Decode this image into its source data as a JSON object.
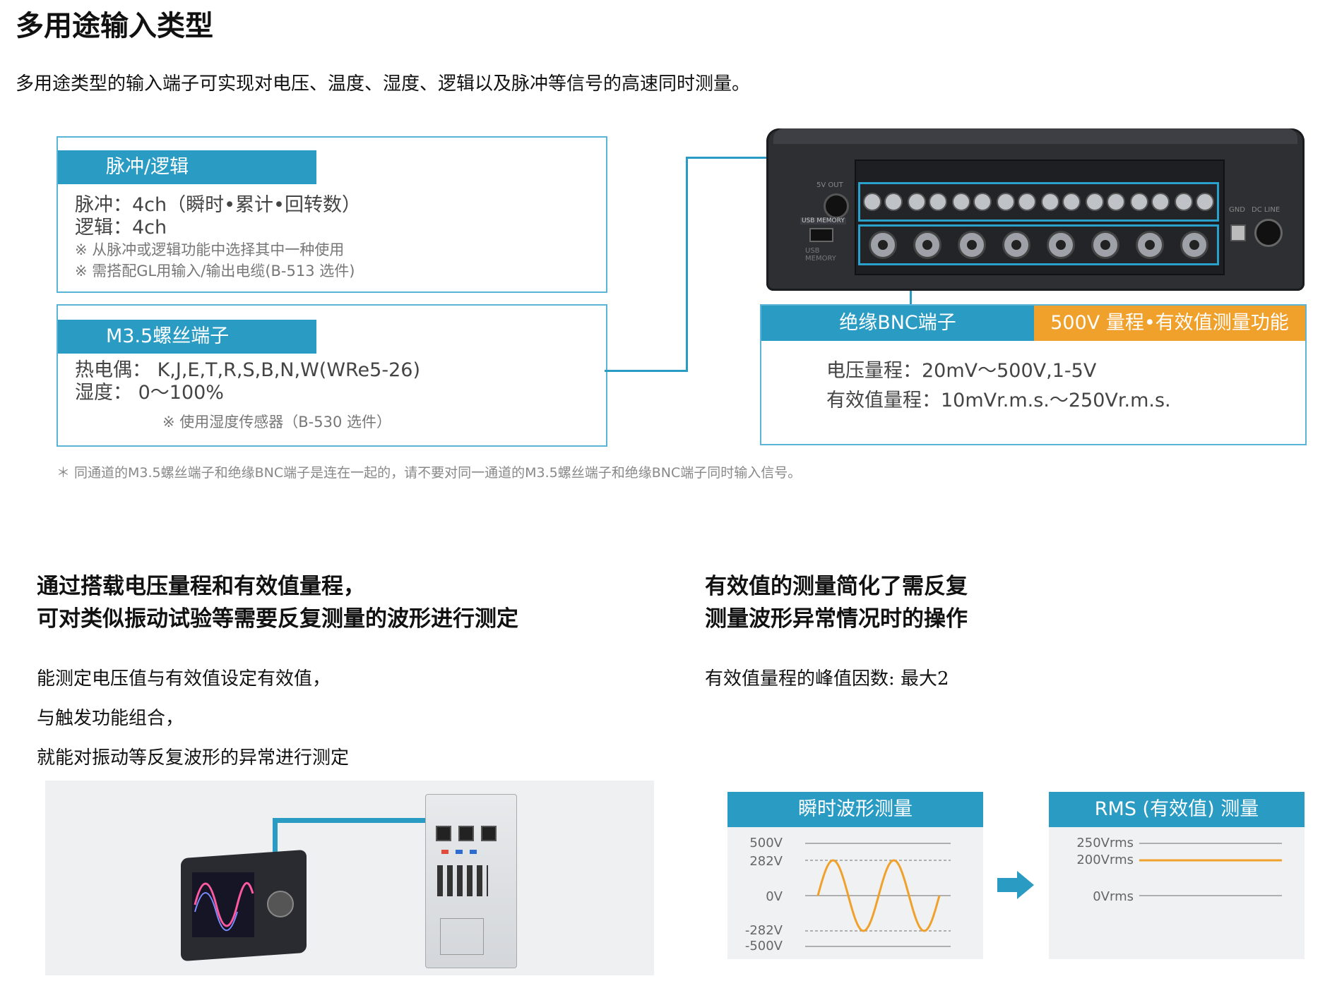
{
  "page": {
    "title": "多用途输入类型",
    "intro": "多用途类型的输入端子可实现对电压、温度、湿度、逻辑以及脉冲等信号的高速同时测量。"
  },
  "pulse_box": {
    "header": "脉冲/逻辑",
    "lines": [
      "脉冲：4ch（瞬时•累计•回转数）",
      "逻辑：4ch"
    ],
    "notes": [
      "※ 从脉冲或逻辑功能中选择其中一种使用",
      "※ 需搭配GL用输入/输出电缆(B-513 选件)"
    ]
  },
  "screw_box": {
    "header": "M3.5螺丝端子",
    "lines": [
      "热电偶： K,J,E,T,R,S,B,N,W(WRe5-26)",
      "湿度： 0～100%"
    ],
    "note": "※ 使用湿度传感器（B-530 选件）"
  },
  "bnc_box": {
    "header_left": "绝缘BNC端子",
    "header_right": "500V 量程•有效值测量功能",
    "lines": [
      "电压量程：20mV～500V,1-5V",
      "有效值量程：10mVr.m.s.～250Vr.m.s."
    ]
  },
  "device": {
    "labels": [
      "5V OUT",
      "USB MEMORY",
      "USB MEMORY",
      "GND",
      "DC LINE"
    ]
  },
  "footnote": "＊ 同通道的M3.5螺丝端子和绝缘BNC端子是连在一起的，请不要对同一通道的M3.5螺丝端子和绝缘BNC端子同时输入信号。",
  "left_section": {
    "heading": [
      "通过搭载电压量程和有效值量程，",
      "可对类似振动试验等需要反复测量的波形进行测定"
    ],
    "paragraphs": [
      "能测定电压值与有效值设定有效值，",
      "与触发功能组合，",
      "就能对振动等反复波形的异常进行测定"
    ]
  },
  "right_section": {
    "heading": [
      "有效值的测量简化了需反复",
      "测量波形异常情况时的操作"
    ],
    "paragraph": "有效值量程的峰值因数: 最大2"
  },
  "waveform_panel": {
    "header": "瞬时波形测量",
    "ticks": [
      "500V",
      "282V",
      "0V",
      "-282V",
      "-500V"
    ],
    "wave_color": "#f0a12c"
  },
  "rms_panel": {
    "header": "RMS (有效值) 测量",
    "ticks": [
      "250Vrms",
      "200Vrms",
      "0Vrms"
    ],
    "line_color": "#f0a12c"
  },
  "colors": {
    "accent": "#2a9cc4",
    "orange": "#f0a12c"
  }
}
